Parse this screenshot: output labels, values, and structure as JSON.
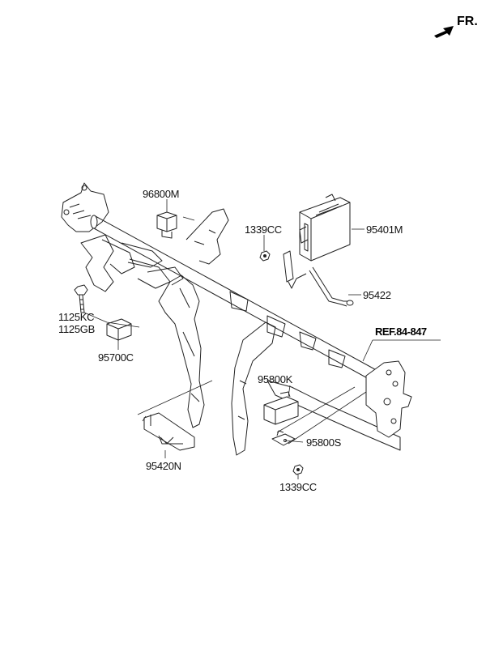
{
  "orientation": {
    "label": "FR.",
    "icon": "forward-arrow-icon"
  },
  "reference": {
    "label": "REF.84-847"
  },
  "parts": [
    {
      "id": "p96800m",
      "number": "96800M"
    },
    {
      "id": "p1339cc_top",
      "number": "1339CC"
    },
    {
      "id": "p95401m",
      "number": "95401M"
    },
    {
      "id": "p95422",
      "number": "95422"
    },
    {
      "id": "p1125kc",
      "number": "1125KC"
    },
    {
      "id": "p1125gb",
      "number": "1125GB"
    },
    {
      "id": "p95700c",
      "number": "95700C"
    },
    {
      "id": "p95800k",
      "number": "95800K"
    },
    {
      "id": "p95800s",
      "number": "95800S"
    },
    {
      "id": "p95420n",
      "number": "95420N"
    },
    {
      "id": "p1339cc_bottom",
      "number": "1339CC"
    }
  ]
}
